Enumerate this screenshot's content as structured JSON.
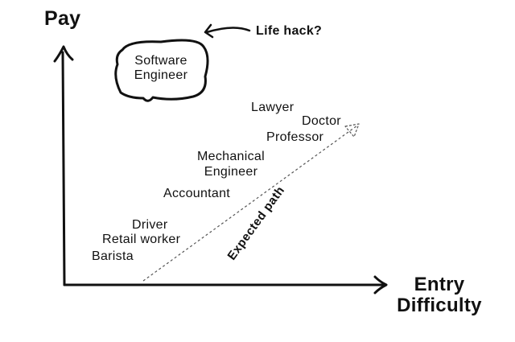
{
  "chart_data": {
    "type": "scatter",
    "ylabel": "Pay",
    "xlabel_lines": [
      "Entry",
      "Difficulty"
    ],
    "points": [
      {
        "label": "Software Engineer",
        "highlight": true
      },
      {
        "label": "Lawyer"
      },
      {
        "label": "Doctor"
      },
      {
        "label": "Professor"
      },
      {
        "label": "Mechanical Engineer"
      },
      {
        "label": "Accountant"
      },
      {
        "label": "Driver"
      },
      {
        "label": "Retail worker"
      },
      {
        "label": "Barista"
      }
    ],
    "annotations": {
      "trend_label": "Expected path",
      "callout": "Life hack?"
    },
    "grid": false,
    "axis_ticks": false
  },
  "labels": {
    "software_line1": "Software",
    "software_line2": "Engineer",
    "mech_line1": "Mechanical",
    "mech_line2": "Engineer"
  },
  "colors": {
    "ink": "#111111",
    "background": "#ffffff"
  }
}
